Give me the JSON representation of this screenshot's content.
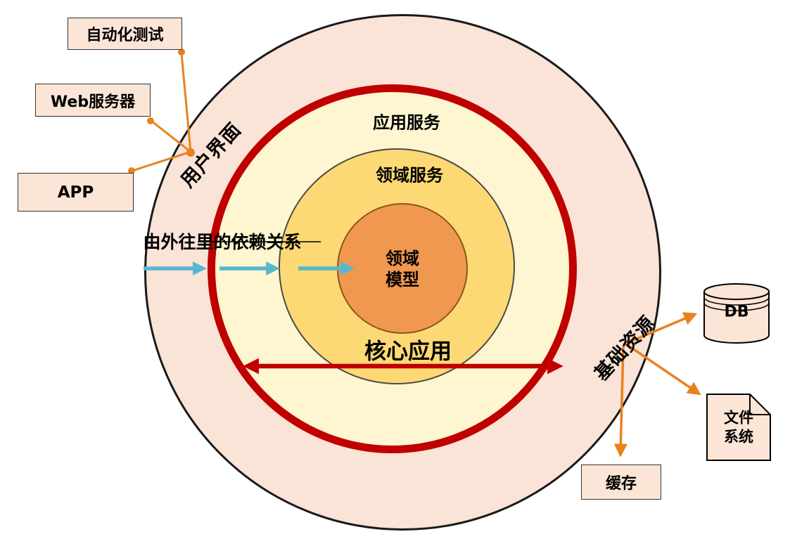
{
  "diagram": {
    "center_labels": {
      "app_service": "应用服务",
      "domain_service": "领域服务",
      "domain_model_l1": "领域",
      "domain_model_l2": "模型",
      "core_app": "核心应用"
    },
    "ring_labels": {
      "user_interface": "用户界面",
      "infrastructure": "基础资源"
    },
    "left_nodes": {
      "auto_test": "自动化测试",
      "web_server": "Web服务器",
      "app": "APP"
    },
    "dependency_note": "由外往里的依赖关系",
    "right_nodes": {
      "db": "DB",
      "file_system_l1": "文件",
      "file_system_l2": "系统",
      "cache": "缓存"
    },
    "colors": {
      "outer_ring_fill": "#fae3d7",
      "node_fill": "#fbe5d6",
      "red": "#c00000",
      "app_ring_fill": "#fdf6d0",
      "domain_ring_fill": "#fcd974",
      "core_fill": "#f0984f",
      "orange": "#e8821c",
      "cyan": "#56b8ce",
      "text": "#000000"
    }
  }
}
